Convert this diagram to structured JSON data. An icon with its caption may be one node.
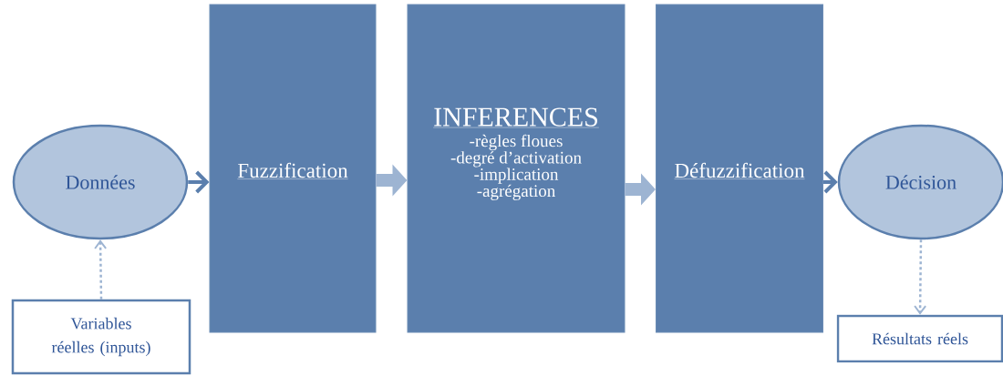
{
  "diagram": {
    "nodes": [
      {
        "text": [
          "Données"
        ]
      },
      {
        "text": [
          "Fuzzification"
        ]
      },
      {
        "text": [
          "INFERENCES",
          "-règles floues",
          "-degré d’activation",
          "-implication",
          "-agrégation"
        ]
      },
      {
        "text": [
          "Défuzzification"
        ]
      },
      {
        "text": [
          "Décision"
        ]
      },
      {
        "text": [
          "Variables réelles (inputs)"
        ]
      },
      {
        "text": [
          "Résultats réels"
        ]
      }
    ],
    "edges": [
      {
        "from": 0,
        "to": 1,
        "arrow": "to"
      },
      {
        "from": 1,
        "to": 2,
        "arrow": "to",
        "style": "thick",
        "color": "#9db4d2"
      },
      {
        "from": 2,
        "to": 3,
        "arrow": "to",
        "style": "thick",
        "color": "#9db4d2"
      },
      {
        "from": 3,
        "to": 4,
        "arrow": "to"
      },
      {
        "from": 5,
        "to": 0,
        "arrow": "to",
        "style": "dashed",
        "color": "#9db4d2"
      },
      {
        "from": 4,
        "to": 6,
        "arrow": "to",
        "style": "dashed",
        "color": "#9db4d2"
      }
    ]
  }
}
